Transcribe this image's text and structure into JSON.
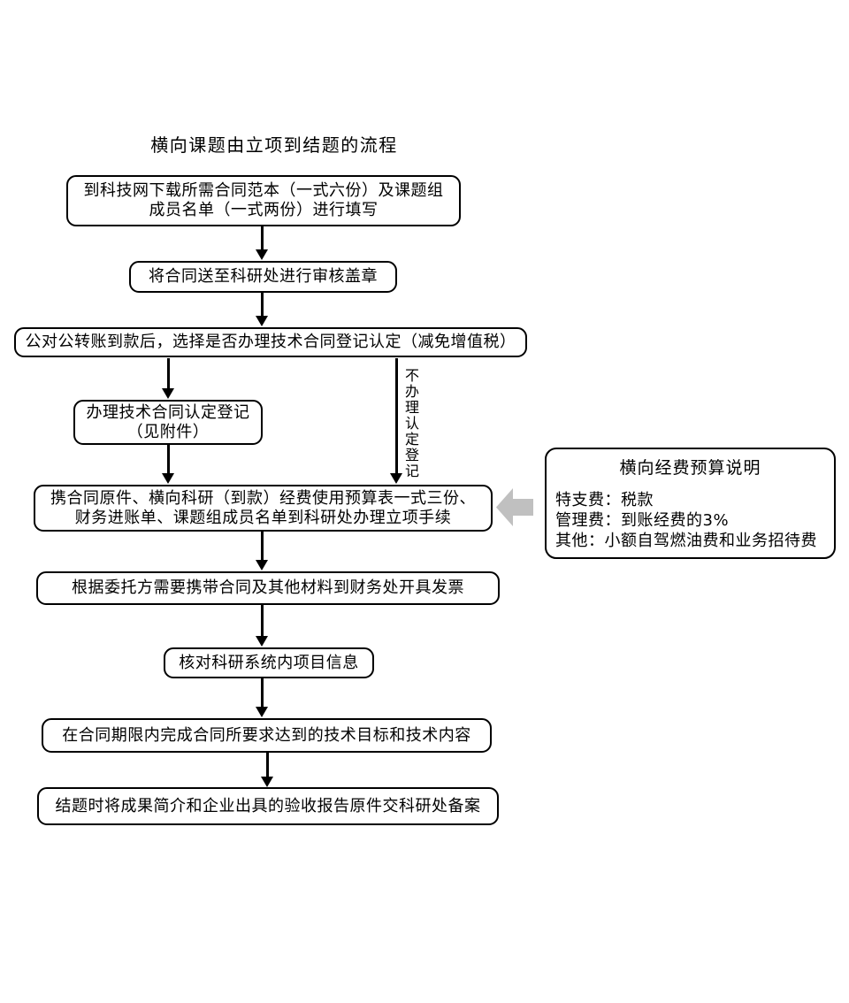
{
  "title": "横向课题由立项到结题的流程",
  "steps": [
    {
      "id": "download-template",
      "text": "到科技网下载所需合同范本（一式六份）及课题组\n成员名单（一式两份）进行填写"
    },
    {
      "id": "send-for-stamp",
      "text": "将合同送至科研处进行审核盖章"
    },
    {
      "id": "payment-choice",
      "text": "公对公转账到款后，选择是否办理技术合同登记认定（减免增值税）"
    },
    {
      "id": "register-contract",
      "text": "办理技术合同认定登记\n（见附件）"
    },
    {
      "id": "project-setup",
      "text": "携合同原件、横向科研（到款）经费使用预算表一式三份、\n财务进账单、课题组成员名单到科研处办理立项手续"
    },
    {
      "id": "issue-invoice",
      "text": "根据委托方需要携带合同及其他材料到财务处开具发票"
    },
    {
      "id": "verify-info",
      "text": "核对科研系统内项目信息"
    },
    {
      "id": "fulfill-contract",
      "text": "在合同期限内完成合同所要求达到的技术目标和技术内容"
    },
    {
      "id": "filing",
      "text": "结题时将成果简介和企业出具的验收报告原件交科研处备案"
    }
  ],
  "branch_label": "不办理认定登记",
  "note": {
    "title": "横向经费预算说明",
    "lines": [
      "特支费：税款",
      "管理费：到账经费的3%",
      "其他：小额自驾燃油费和业务招待费"
    ]
  },
  "icons": {
    "callout_arrow": "left-block-arrow-icon"
  },
  "colors": {
    "line": "#000000",
    "callout_arrow": "#c0c0c0",
    "background": "#ffffff"
  }
}
